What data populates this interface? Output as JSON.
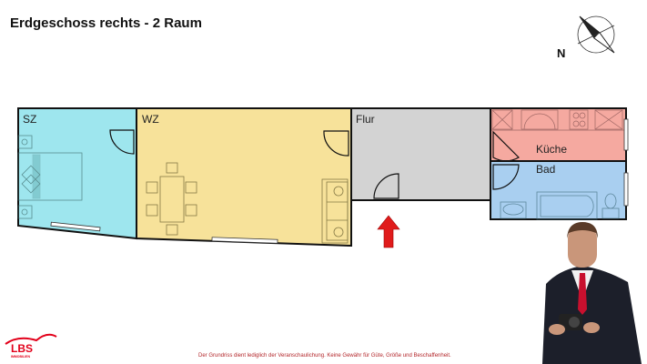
{
  "header": {
    "title": "Erdgeschoss rechts - 2 Raum"
  },
  "compass": {
    "label": "N",
    "icon": "compass-icon"
  },
  "rooms": [
    {
      "label": "SZ",
      "color": "#9ee6ee"
    },
    {
      "label": "WZ",
      "color": "#f7e29a"
    },
    {
      "label": "Flur",
      "color": "#d3d3d3"
    },
    {
      "label": "Küche",
      "color": "#f5a9a0"
    },
    {
      "label": "Bad",
      "color": "#a9cff0"
    }
  ],
  "entrance": {
    "icon": "entrance-arrow-icon",
    "color": "#e01b1b"
  },
  "footer": {
    "disclaimer": "Der Grundriss dient lediglich der Veranschaulichung. Keine Gewähr für Güte, Größe und Beschaffenheit.",
    "logo_text": "LBS",
    "logo_subtext": "IMMOBILIEN",
    "brand_color": "#e2001a"
  }
}
